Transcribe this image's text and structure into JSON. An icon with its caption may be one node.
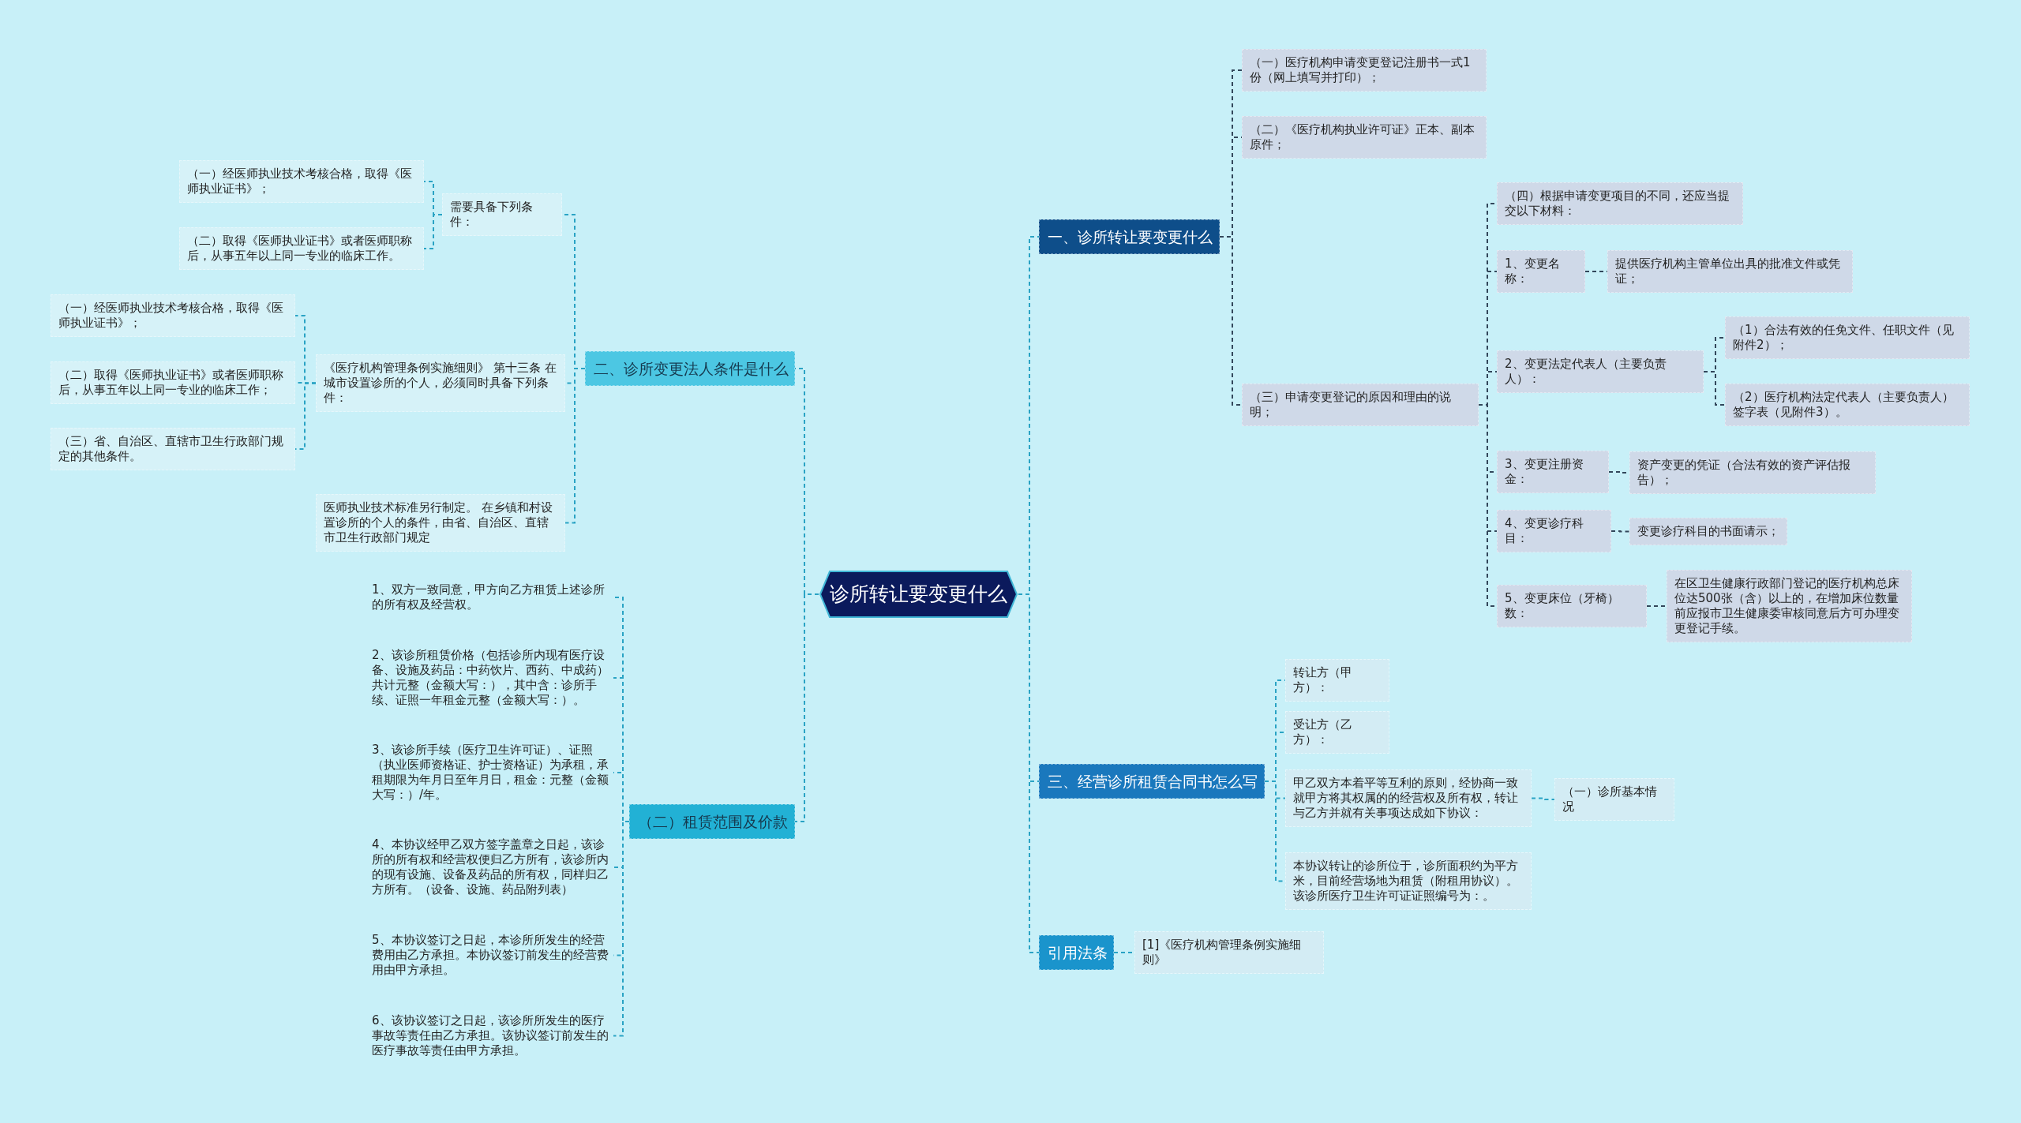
{
  "diagram": {
    "nodes": [
      {
        "text": [
          "诊所转让要变更什么"
        ]
      },
      {
        "text": [
          "一、诊所转让要变更什么"
        ]
      },
      {
        "text": [
          "（一）医疗机构申请变更登记注册书一式1份（网上填写并打印）；"
        ]
      },
      {
        "text": [
          "（二）《医疗机构执业许可证》正本、副本原件；"
        ]
      },
      {
        "text": [
          "（三）申请变更登记的原因和理由的说明；"
        ]
      },
      {
        "text": [
          "（四）根据申请变更项目的不同，还应当提交以下材料："
        ]
      },
      {
        "text": [
          "1、变更名称："
        ]
      },
      {
        "text": [
          "提供医疗机构主管单位出具的批准文件或凭证；"
        ]
      },
      {
        "text": [
          "2、变更法定代表人（主要负责人）："
        ]
      },
      {
        "text": [
          "（1）合法有效的任免文件、任职文件（见附件2）；"
        ]
      },
      {
        "text": [
          "（2）医疗机构法定代表人（主要负责人）签字表（见附件3）。"
        ]
      },
      {
        "text": [
          "3、变更注册资金："
        ]
      },
      {
        "text": [
          "资产变更的凭证（合法有效的资产评估报告）；"
        ]
      },
      {
        "text": [
          "4、变更诊疗科目："
        ]
      },
      {
        "text": [
          "变更诊疗科目的书面请示；"
        ]
      },
      {
        "text": [
          "5、变更床位（牙椅）数："
        ]
      },
      {
        "text": [
          "在区卫生健康行政部门登记的医疗机构总床位达500张（含）以上的，在增加床位数量前应报市卫生健康委审核同意后方可办理变更登记手续。"
        ]
      },
      {
        "text": [
          "三、经营诊所租赁合同书怎么写"
        ]
      },
      {
        "text": [
          "转让方（甲方）："
        ]
      },
      {
        "text": [
          "受让方（乙方）："
        ]
      },
      {
        "text": [
          "甲乙双方本着平等互利的原则，经协商一致就甲方将其权属的的经营权及所有权，转让与乙方并就有关事项达成如下协议："
        ]
      },
      {
        "text": [
          "（一）诊所基本情况"
        ]
      },
      {
        "text": [
          "本协议转让的诊所位于，诊所面积约为平方米，目前经营场地为租赁（附租用协议）。该诊所医疗卫生许可证证照编号为：。"
        ]
      },
      {
        "text": [
          "引用法条"
        ]
      },
      {
        "text": [
          "[1]《医疗机构管理条例实施细则》"
        ]
      },
      {
        "text": [
          "二、诊所变更法人条件是什么"
        ]
      },
      {
        "text": [
          "需要具备下列条件："
        ]
      },
      {
        "text": [
          "（一）经医师执业技术考核合格，取得《医师执业证书》；"
        ]
      },
      {
        "text": [
          "（二）取得《医师执业证书》或者医师职称后，从事五年以上同一专业的临床工作。"
        ]
      },
      {
        "text": [
          "《医疗机构管理条例实施细则》 第十三条 在城市设置诊所的个人，必须同时具备下列条件："
        ]
      },
      {
        "text": [
          "（一）经医师执业技术考核合格，取得《医师执业证书》；"
        ]
      },
      {
        "text": [
          "（二）取得《医师执业证书》或者医师职称后，从事五年以上同一专业的临床工作；"
        ]
      },
      {
        "text": [
          "（三）省、自治区、直辖市卫生行政部门规定的其他条件。"
        ]
      },
      {
        "text": [
          "医师执业技术标准另行制定。 在乡镇和村设置诊所的个人的条件，由省、自治区、直辖市卫生行政部门规定"
        ]
      },
      {
        "text": [
          "（二）租赁范围及价款"
        ]
      },
      {
        "text": [
          "1、双方一致同意，甲方向乙方租赁上述诊所的所有权及经营权。"
        ]
      },
      {
        "text": [
          "2、该诊所租赁价格（包括诊所内现有医疗设备、设施及药品：中药饮片、西药、中成药）共计元整（金额大写：），其中含：诊所手续、证照一年租金元整（金额大写：）。"
        ]
      },
      {
        "text": [
          "3、该诊所手续（医疗卫生许可证）、证照（执业医师资格证、护士资格证）为承租，承租期限为年月日至年月日，租金：元整（金额大写：）/年。"
        ]
      },
      {
        "text": [
          "4、本协议经甲乙双方签字盖章之日起，该诊所的所有权和经营权便归乙方所有，该诊所内的现有设施、设备及药品的所有权，同样归乙方所有。（设备、设施、药品附列表）"
        ]
      },
      {
        "text": [
          "5、本协议签订之日起，本诊所所发生的经营费用由乙方承担。本协议签订前发生的经营费用由甲方承担。"
        ]
      },
      {
        "text": [
          "6、该协议签订之日起，该诊所所发生的医疗事故等责任由乙方承担。该协议签订前发生的医疗事故等责任由甲方承担。"
        ]
      }
    ],
    "edges": [
      {
        "from": 0,
        "to": 1,
        "arrow": "none"
      },
      {
        "from": 1,
        "to": 2,
        "arrow": "none",
        "color": "#33475b"
      },
      {
        "from": 1,
        "to": 3,
        "arrow": "none",
        "color": "#33475b"
      },
      {
        "from": 1,
        "to": 4,
        "arrow": "none",
        "color": "#33475b"
      },
      {
        "from": 4,
        "to": 5,
        "arrow": "none",
        "color": "#33475b"
      },
      {
        "from": 4,
        "to": 6,
        "arrow": "none",
        "color": "#33475b"
      },
      {
        "from": 6,
        "to": 7,
        "arrow": "none",
        "color": "#33475b"
      },
      {
        "from": 4,
        "to": 8,
        "arrow": "none",
        "color": "#33475b"
      },
      {
        "from": 8,
        "to": 9,
        "arrow": "none",
        "color": "#33475b"
      },
      {
        "from": 8,
        "to": 10,
        "arrow": "none",
        "color": "#33475b"
      },
      {
        "from": 4,
        "to": 11,
        "arrow": "none",
        "color": "#33475b"
      },
      {
        "from": 11,
        "to": 12,
        "arrow": "none",
        "color": "#33475b"
      },
      {
        "from": 4,
        "to": 13,
        "arrow": "none",
        "color": "#33475b"
      },
      {
        "from": 13,
        "to": 14,
        "arrow": "none",
        "color": "#33475b"
      },
      {
        "from": 4,
        "to": 15,
        "arrow": "none",
        "color": "#33475b"
      },
      {
        "from": 15,
        "to": 16,
        "arrow": "none",
        "color": "#33475b"
      },
      {
        "from": 0,
        "to": 17,
        "arrow": "none"
      },
      {
        "from": 17,
        "to": 18,
        "arrow": "none"
      },
      {
        "from": 17,
        "to": 19,
        "arrow": "none"
      },
      {
        "from": 17,
        "to": 20,
        "arrow": "none"
      },
      {
        "from": 20,
        "to": 21,
        "arrow": "none"
      },
      {
        "from": 17,
        "to": 22,
        "arrow": "none"
      },
      {
        "from": 0,
        "to": 23,
        "arrow": "none"
      },
      {
        "from": 23,
        "to": 24,
        "arrow": "none"
      },
      {
        "from": 0,
        "to": 25,
        "arrow": "none"
      },
      {
        "from": 25,
        "to": 26,
        "arrow": "none"
      },
      {
        "from": 26,
        "to": 27,
        "arrow": "none"
      },
      {
        "from": 26,
        "to": 28,
        "arrow": "none"
      },
      {
        "from": 25,
        "to": 29,
        "arrow": "none"
      },
      {
        "from": 29,
        "to": 30,
        "arrow": "none"
      },
      {
        "from": 29,
        "to": 31,
        "arrow": "none"
      },
      {
        "from": 29,
        "to": 32,
        "arrow": "none"
      },
      {
        "from": 25,
        "to": 33,
        "arrow": "none"
      },
      {
        "from": 0,
        "to": 34,
        "arrow": "none"
      },
      {
        "from": 34,
        "to": 35,
        "arrow": "none"
      },
      {
        "from": 34,
        "to": 36,
        "arrow": "none"
      },
      {
        "from": 34,
        "to": 37,
        "arrow": "none"
      },
      {
        "from": 34,
        "to": 38,
        "arrow": "none"
      },
      {
        "from": 34,
        "to": 39,
        "arrow": "none"
      },
      {
        "from": 34,
        "to": 40,
        "arrow": "none"
      }
    ]
  }
}
